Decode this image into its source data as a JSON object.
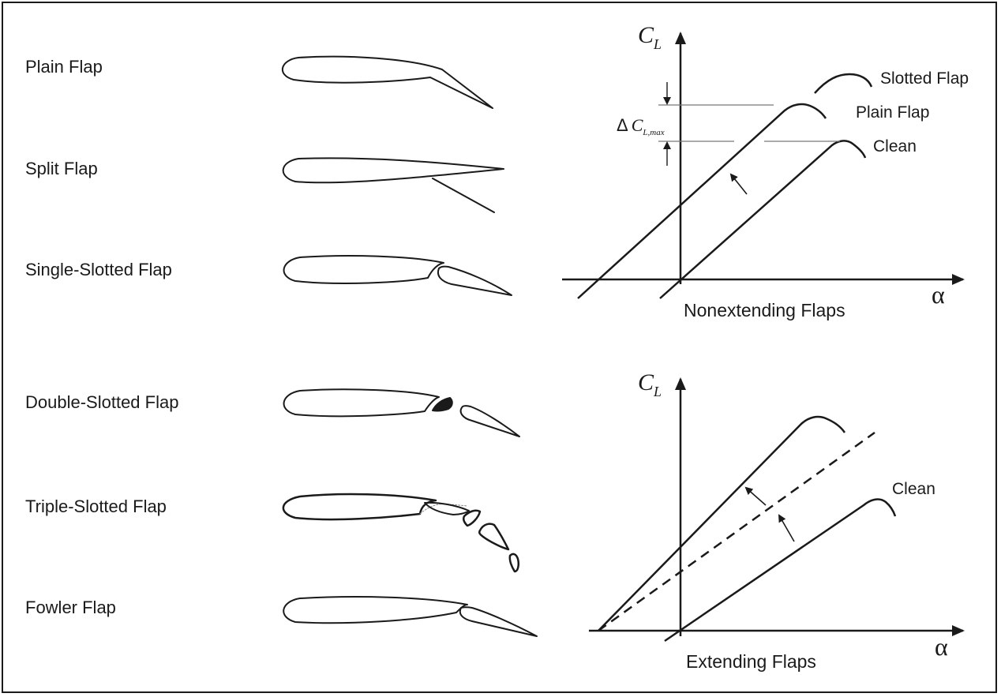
{
  "flap_types": [
    {
      "key": "plain",
      "label": "Plain Flap"
    },
    {
      "key": "split",
      "label": "Split Flap"
    },
    {
      "key": "single_slotted",
      "label": "Single-Slotted Flap"
    },
    {
      "key": "double_slotted",
      "label": "Double-Slotted Flap"
    },
    {
      "key": "triple_slotted",
      "label": "Triple-Slotted Flap"
    },
    {
      "key": "fowler",
      "label": "Fowler Flap"
    }
  ],
  "charts": {
    "top": {
      "caption": "Nonextending Flaps",
      "y_axis_symbol": "C",
      "y_axis_subscript": "L",
      "x_axis_symbol": "α",
      "delta_symbol": "Δ",
      "delta_var": "C",
      "delta_subscript": "L,max",
      "curve_labels": {
        "slotted": "Slotted Flap",
        "plain": "Plain Flap",
        "clean": "Clean"
      }
    },
    "bottom": {
      "caption": "Extending Flaps",
      "y_axis_symbol": "C",
      "y_axis_subscript": "L",
      "x_axis_symbol": "α",
      "curve_labels": {
        "clean": "Clean"
      }
    }
  },
  "colors": {
    "ink": "#1a1a1a",
    "gray_line": "#777777",
    "background": "#ffffff"
  }
}
